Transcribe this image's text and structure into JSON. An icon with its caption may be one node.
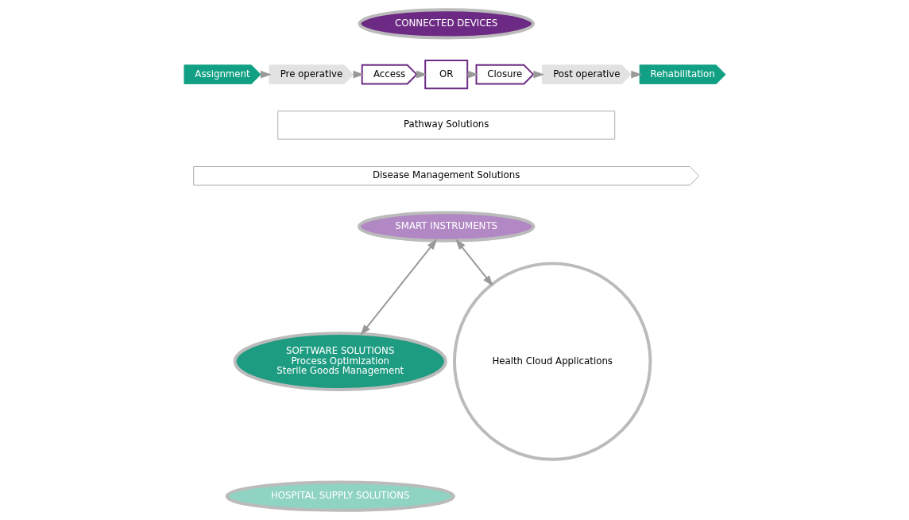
{
  "diagram": {
    "nodes": [
      {
        "text": [
          "Assignment"
        ]
      },
      {
        "text": [
          "Pre operative"
        ]
      },
      {
        "text": [
          "Access"
        ]
      },
      {
        "text": [
          "OR"
        ]
      },
      {
        "text": [
          "Closure"
        ]
      },
      {
        "text": [
          "Post operative"
        ]
      },
      {
        "text": [
          "Rehabilitation"
        ]
      },
      {
        "text": [
          "Pathway Solutions"
        ]
      },
      {
        "text": [
          "Disease Management Solutions"
        ]
      },
      {
        "text": [
          "CONNECTED DEVICES"
        ]
      },
      {
        "text": [
          "SMART INSTRUMENTS"
        ]
      },
      {
        "text": [
          "SOFTWARE SOLUTIONS",
          "Process Optimization",
          "Sterile Goods Management"
        ]
      },
      {
        "text": [
          "HOSPITAL SUPPLY SOLUTIONS"
        ]
      },
      {
        "text": [
          "Health Cloud Applications"
        ]
      }
    ],
    "edges": [
      {
        "from": 0,
        "to": 1,
        "arrow": "to"
      },
      {
        "from": 1,
        "to": 2,
        "arrow": "to"
      },
      {
        "from": 2,
        "to": 3,
        "arrow": "to"
      },
      {
        "from": 3,
        "to": 4,
        "arrow": "to"
      },
      {
        "from": 4,
        "to": 5,
        "arrow": "to"
      },
      {
        "from": 5,
        "to": 6,
        "arrow": "to"
      },
      {
        "from": 10,
        "to": 11,
        "arrow": "both"
      },
      {
        "from": 10,
        "to": 13,
        "arrow": "both"
      }
    ]
  }
}
